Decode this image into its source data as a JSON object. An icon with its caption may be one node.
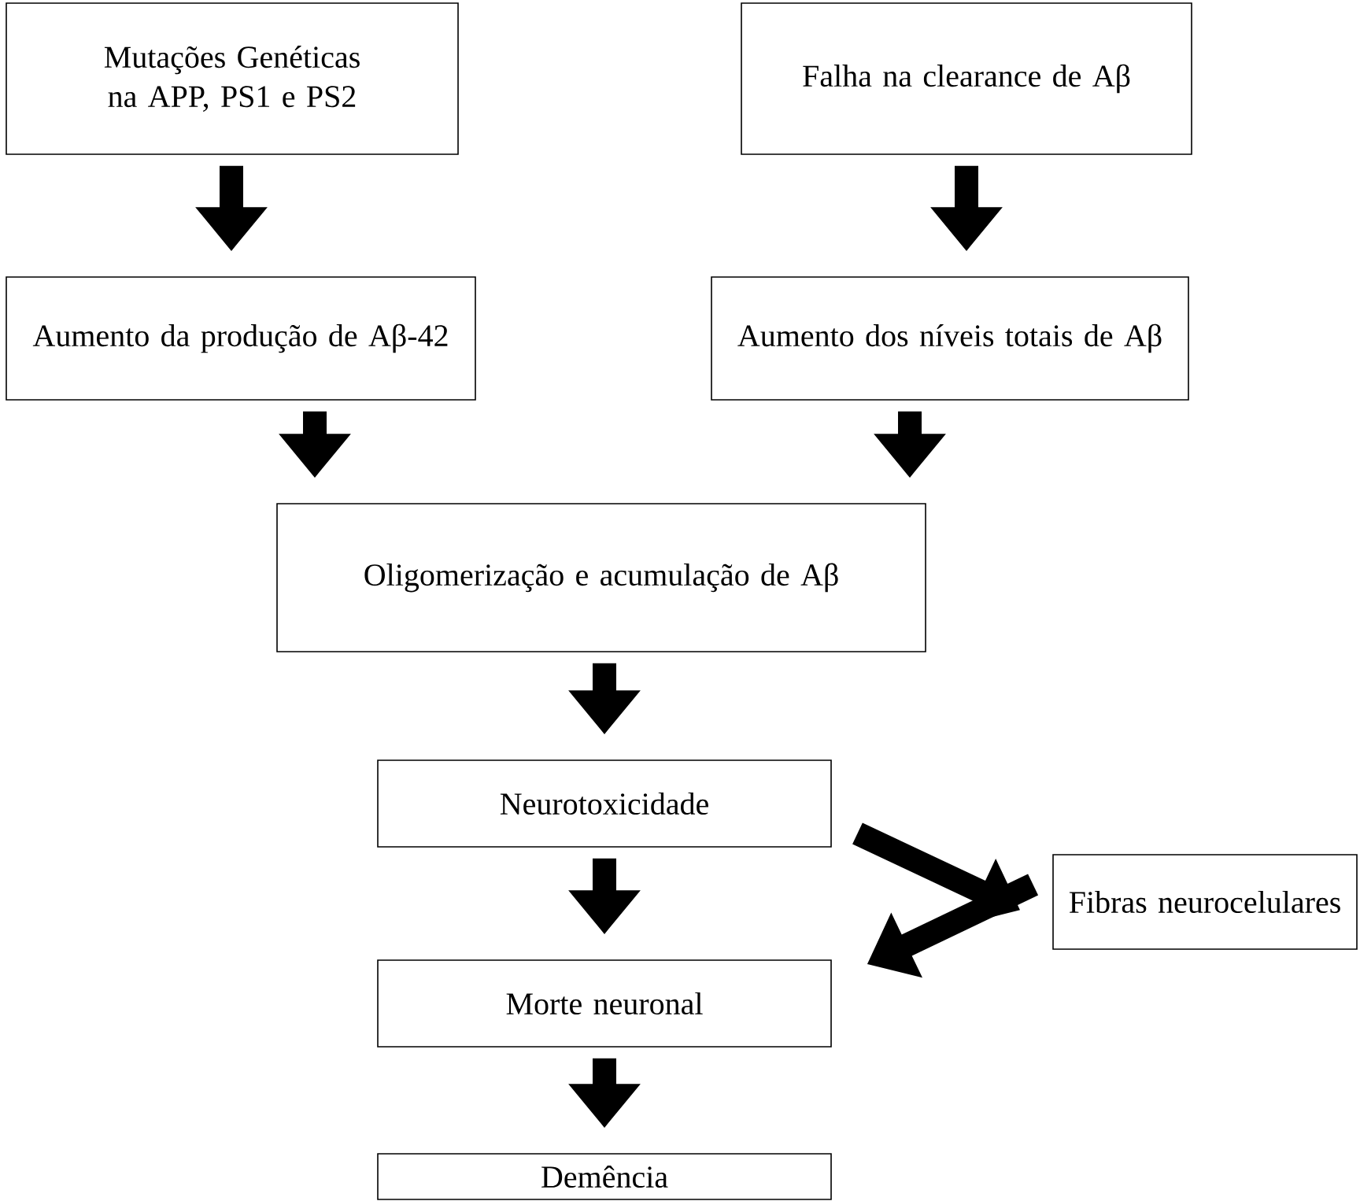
{
  "diagram": {
    "nodes": [
      {
        "text": [
          "Mutações Genéticas na APP, PS1 e PS2"
        ]
      },
      {
        "text": [
          "Falha na clearance de Aβ"
        ]
      },
      {
        "text": [
          "Aumento da produção de Aβ-42"
        ]
      },
      {
        "text": [
          "Aumento dos níveis totais de Aβ"
        ]
      },
      {
        "text": [
          "Oligomerização e acumulação de Aβ"
        ]
      },
      {
        "text": [
          "Neurotoxicidade"
        ]
      },
      {
        "text": [
          "Fibras neurocelulares"
        ]
      },
      {
        "text": [
          "Morte neuronal"
        ]
      },
      {
        "text": [
          "Demência"
        ]
      }
    ],
    "edges": [
      {
        "from": 0,
        "to": 2,
        "arrow": "to"
      },
      {
        "from": 1,
        "to": 3,
        "arrow": "to"
      },
      {
        "from": 2,
        "to": 4,
        "arrow": "to"
      },
      {
        "from": 3,
        "to": 4,
        "arrow": "to"
      },
      {
        "from": 4,
        "to": 5,
        "arrow": "to"
      },
      {
        "from": 5,
        "to": 6,
        "arrow": "to"
      },
      {
        "from": 5,
        "to": 7,
        "arrow": "to"
      },
      {
        "from": 6,
        "to": 7,
        "arrow": "to"
      },
      {
        "from": 7,
        "to": 8,
        "arrow": "to"
      }
    ]
  }
}
